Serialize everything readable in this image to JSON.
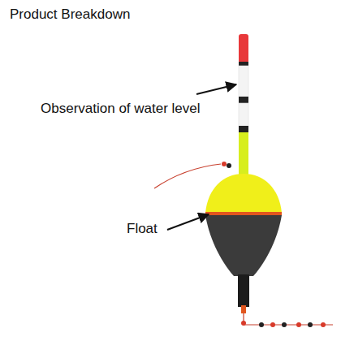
{
  "diagram": {
    "title": "Product Breakdown",
    "labels": [
      "Observation of water level",
      "Float"
    ]
  }
}
